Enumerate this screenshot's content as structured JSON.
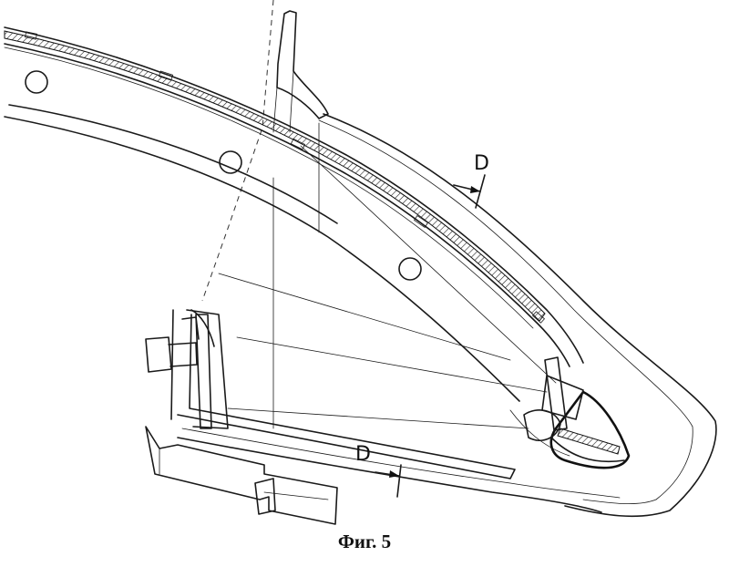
{
  "figure": {
    "caption": "Фиг. 5",
    "section_labels": [
      "D",
      "D"
    ]
  }
}
